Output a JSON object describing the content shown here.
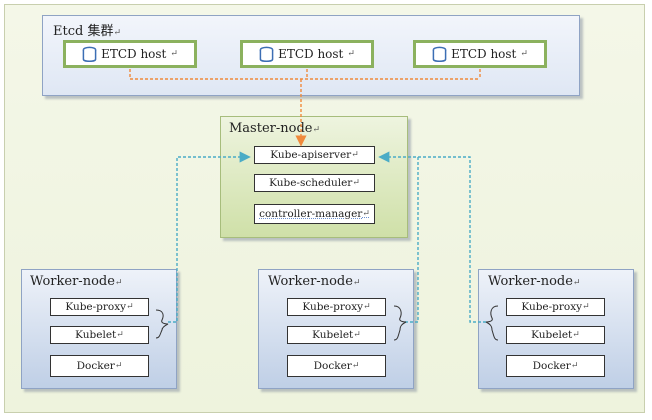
{
  "etcd": {
    "title": "Etcd 集群",
    "hosts": [
      "ETCD host",
      "ETCD host",
      "ETCD host"
    ]
  },
  "master": {
    "title": "Master-node",
    "services": [
      "Kube-apiserver",
      "Kube-scheduler",
      "controller-manager"
    ]
  },
  "workers": [
    {
      "title": "Worker-node",
      "services": [
        "Kube-proxy",
        "Kubelet",
        "Docker"
      ]
    },
    {
      "title": "Worker-node",
      "services": [
        "Kube-proxy",
        "Kubelet",
        "Docker"
      ]
    },
    {
      "title": "Worker-node",
      "services": [
        "Kube-proxy",
        "Kubelet",
        "Docker"
      ]
    }
  ],
  "paragraph_mark": "↵",
  "colors": {
    "etcd_link": "#f08a3c",
    "worker_link": "#4bacc6",
    "host_border": "#8bb15e"
  }
}
